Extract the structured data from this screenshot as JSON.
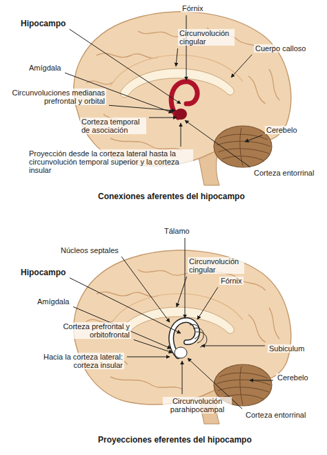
{
  "diagram": {
    "labels": [
      "Fórnix",
      "Hipocampo",
      "Circunvolución cingular",
      "Cuerpo calloso",
      "Amígdala",
      "Circunvoluciones medianas prefrontal y orbital",
      "Corteza temporal de asociación",
      "Cerebelo",
      "Corteza entorrinal",
      "Proyección desde la corteza lateral hasta la circunvolución temporal superior y la corteza insular",
      "Conexiones aferentes del hipocampo",
      "Tálamo",
      "Núcleos septales",
      "Circunvolución cingular",
      "Hipocampo",
      "Fórnix",
      "Amígdala",
      "Corteza prefrontal y orbitofrontal",
      "Subiculum",
      "Hacia la corteza lateral: corteza insular",
      "Cerebelo",
      "Circunvolución parahipocampal",
      "Corteza entorrinal",
      "Proyecciones eferentes del hipocampo"
    ]
  }
}
